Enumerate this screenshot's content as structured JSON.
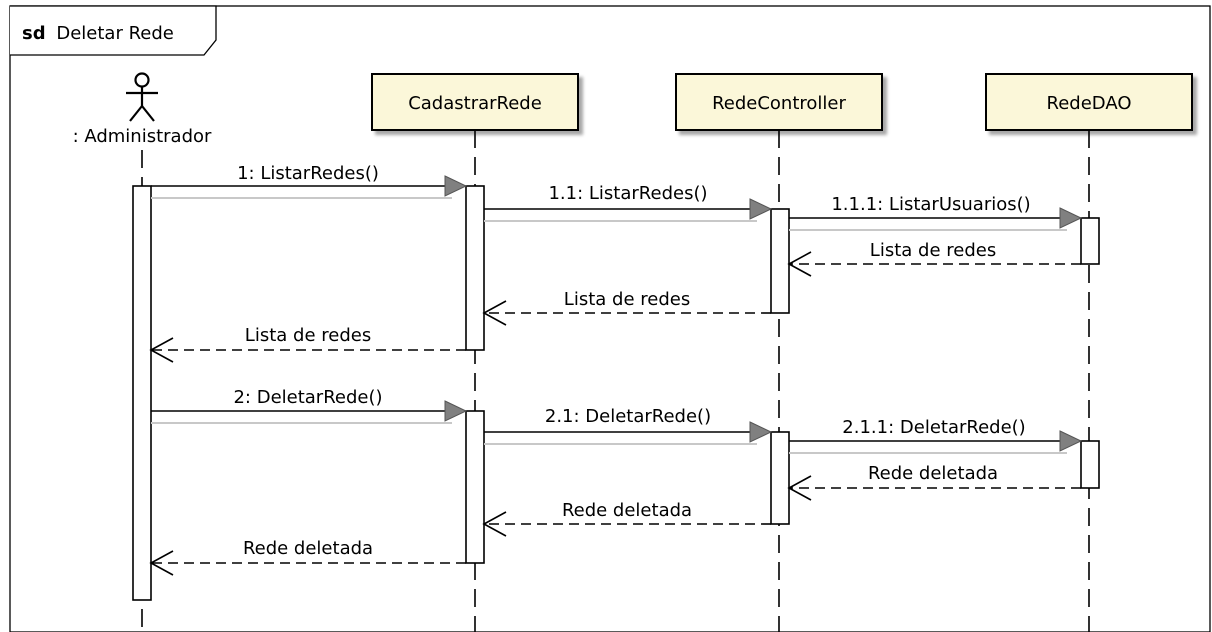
{
  "frame": {
    "keyword": "sd",
    "name": "Deletar Rede"
  },
  "actor": {
    "name": ": Administrador"
  },
  "lifelines": [
    {
      "id": "cadastrar",
      "label": "CadastrarRede"
    },
    {
      "id": "controller",
      "label": "RedeController"
    },
    {
      "id": "dao",
      "label": "RedeDAO"
    }
  ],
  "messages": [
    {
      "id": "m1",
      "label": "1: ListarRedes()",
      "kind": "call"
    },
    {
      "id": "m11",
      "label": "1.1: ListarRedes()",
      "kind": "call"
    },
    {
      "id": "m111",
      "label": "1.1.1: ListarUsuarios()",
      "kind": "call"
    },
    {
      "id": "r111",
      "label": "Lista de redes",
      "kind": "return"
    },
    {
      "id": "r11",
      "label": "Lista de redes",
      "kind": "return"
    },
    {
      "id": "r1",
      "label": "Lista de redes",
      "kind": "return"
    },
    {
      "id": "m2",
      "label": "2: DeletarRede()",
      "kind": "call"
    },
    {
      "id": "m21",
      "label": "2.1: DeletarRede()",
      "kind": "call"
    },
    {
      "id": "m211",
      "label": "2.1.1: DeletarRede()",
      "kind": "call"
    },
    {
      "id": "r211",
      "label": "Rede deletada",
      "kind": "return"
    },
    {
      "id": "r21",
      "label": "Rede deletada",
      "kind": "return"
    },
    {
      "id": "r2",
      "label": "Rede deletada",
      "kind": "return"
    }
  ],
  "colors": {
    "lifeline_box_fill": "#fbf7d9",
    "lifeline_box_stroke": "#000000",
    "activation_fill": "#ffffff",
    "line": "#000000",
    "arrowhead_fill": "#808080",
    "shadow": "#c8c8c8"
  }
}
